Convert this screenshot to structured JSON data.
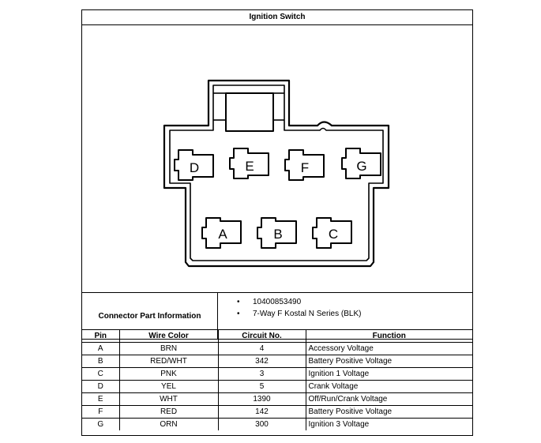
{
  "title": "Ignition Switch",
  "connector": {
    "pin_labels_top": [
      "D",
      "E",
      "F",
      "G"
    ],
    "pin_labels_bottom": [
      "A",
      "B",
      "C"
    ]
  },
  "info": {
    "label": "Connector Part Information",
    "items": [
      "10400853490",
      "7-Way F Kostal N Series (BLK)"
    ]
  },
  "table": {
    "headers": [
      "Pin",
      "Wire Color",
      "Circuit No.",
      "Function"
    ],
    "rows": [
      [
        "A",
        "BRN",
        "4",
        "Accessory Voltage"
      ],
      [
        "B",
        "RED/WHT",
        "342",
        "Battery Positive Voltage"
      ],
      [
        "C",
        "PNK",
        "3",
        "Ignition 1 Voltage"
      ],
      [
        "D",
        "YEL",
        "5",
        "Crank Voltage"
      ],
      [
        "E",
        "WHT",
        "1390",
        "Off/Run/Crank Voltage"
      ],
      [
        "F",
        "RED",
        "142",
        "Battery Positive Voltage"
      ],
      [
        "G",
        "ORN",
        "300",
        "Ignition 3 Voltage"
      ]
    ]
  }
}
